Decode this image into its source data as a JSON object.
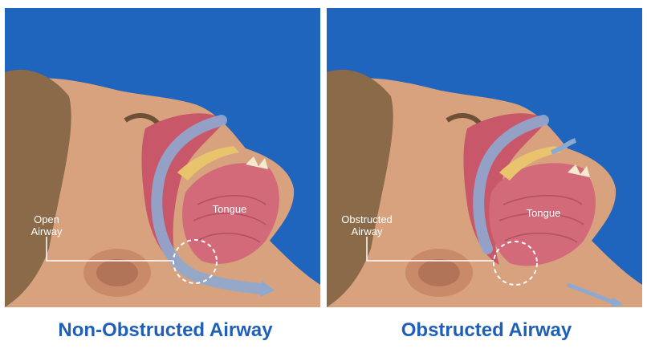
{
  "panels": [
    {
      "id": "non-obstructed",
      "airway_label": "Open\nAirway",
      "tongue_label": "Tongue",
      "caption": "Non-Obstructed Airway"
    },
    {
      "id": "obstructed",
      "airway_label": "Obstructed\nAirway",
      "tongue_label": "Tongue",
      "caption": "Obstructed Airway"
    }
  ],
  "colors": {
    "background": "#1f64bd",
    "skin": "#d9a27f",
    "hair": "#8a6a48",
    "tissue": "#c9576a",
    "tongue": "#d26a7a",
    "airflow": "#8ea9cf",
    "caption": "#1f5fb8"
  }
}
